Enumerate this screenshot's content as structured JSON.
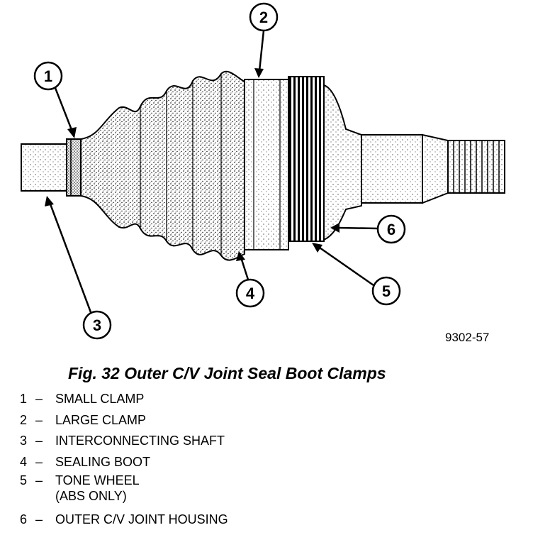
{
  "figure": {
    "code": "9302-57",
    "caption": "Fig. 32 Outer C/V Joint Seal Boot Clamps"
  },
  "callouts": [
    "1",
    "2",
    "3",
    "4",
    "5",
    "6"
  ],
  "legend": [
    {
      "number": "1",
      "label": "SMALL CLAMP"
    },
    {
      "number": "2",
      "label": "LARGE CLAMP"
    },
    {
      "number": "3",
      "label": "INTERCONNECTING SHAFT"
    },
    {
      "number": "4",
      "label": "SEALING BOOT"
    },
    {
      "number": "5",
      "label": "TONE WHEEL",
      "sub": "(ABS ONLY)"
    },
    {
      "number": "6",
      "label": "OUTER C/V JOINT HOUSING"
    }
  ],
  "legend_dash": "–"
}
